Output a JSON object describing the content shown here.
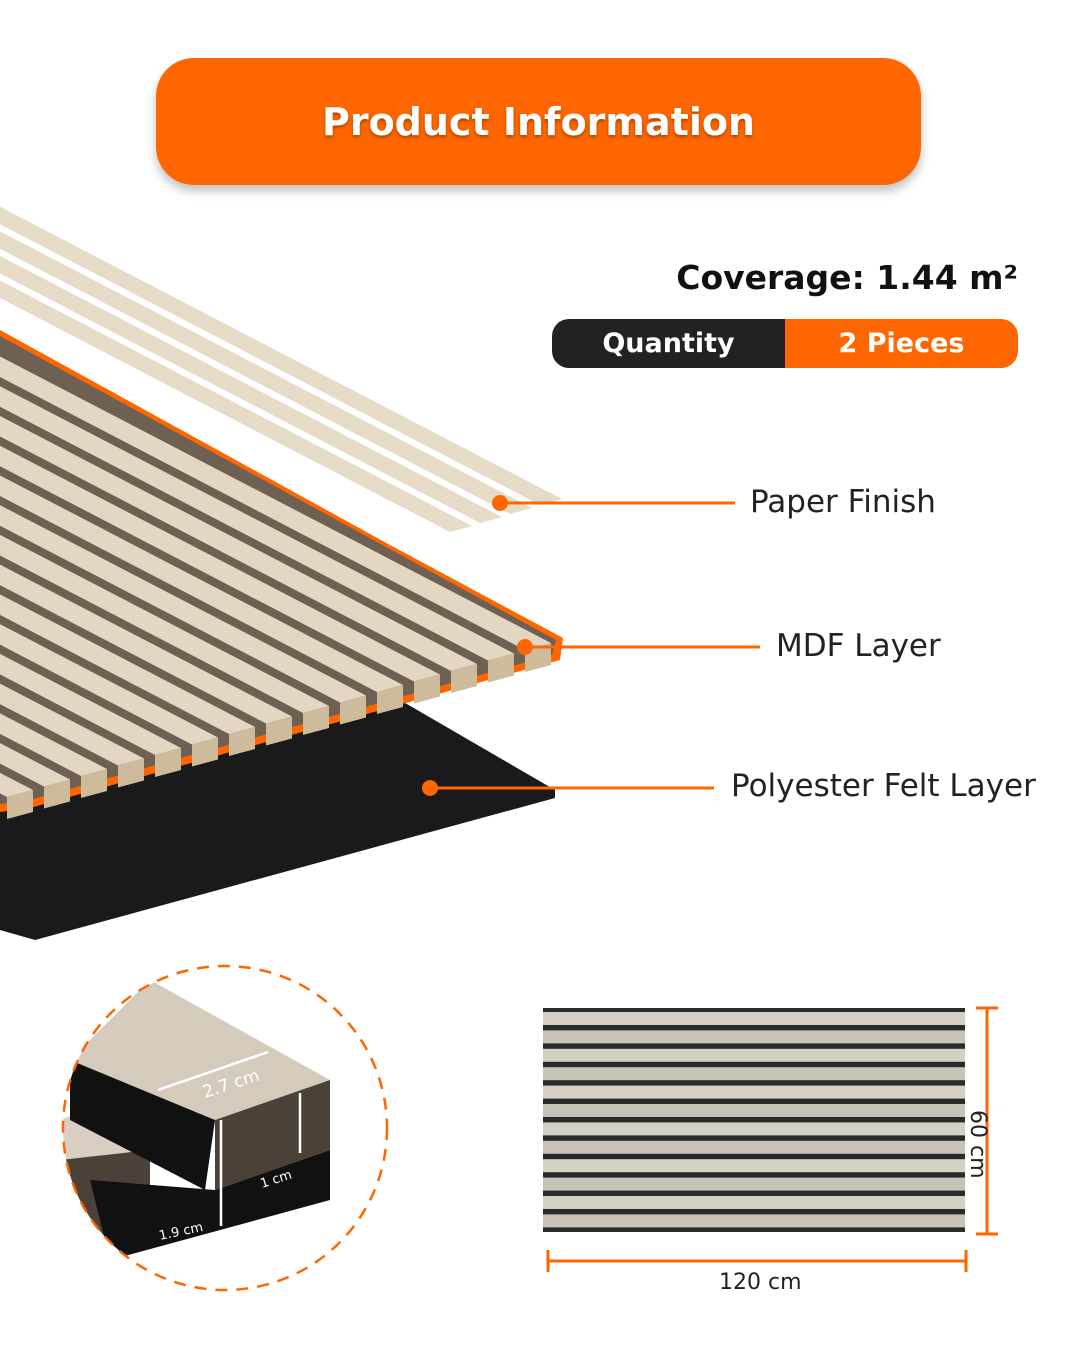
{
  "header": {
    "title": "Product Information"
  },
  "specs": {
    "coverage": "Coverage: 1.44 m²",
    "quantity_label": "Quantity",
    "quantity_value": "2 Pieces"
  },
  "layers": [
    {
      "label": "Paper Finish"
    },
    {
      "label": "MDF Layer"
    },
    {
      "label": "Polyester Felt Layer"
    }
  ],
  "slat_detail": {
    "width": "2.7 cm",
    "slat_height": "1 cm",
    "total_height": "1.9 cm"
  },
  "panel": {
    "width": "120 cm",
    "height": "60 cm"
  },
  "colors": {
    "accent": "#ff6600",
    "dark": "#222224",
    "wood": "#dccdb4",
    "felt": "#1a1a1a"
  }
}
